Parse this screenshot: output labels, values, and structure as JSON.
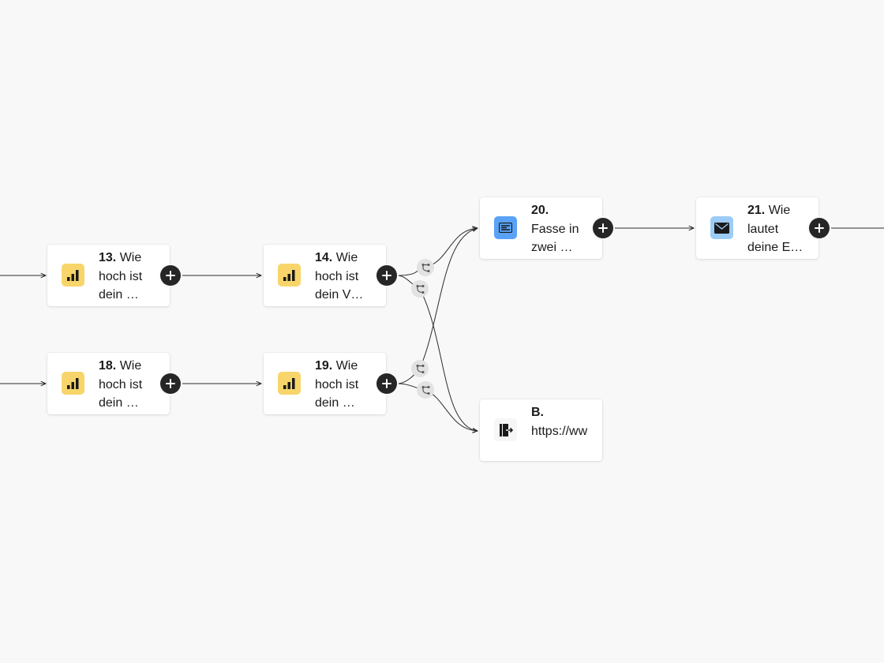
{
  "colors": {
    "canvas": "#f8f8f8",
    "connector": "#2b2b2b",
    "add_button": "#262627",
    "chart_icon_bg": "#f7d56a",
    "text_icon_bg": "#5aa2f5",
    "email_icon_bg": "#9cccf6",
    "redirect_icon_bg": "#f6f6f6"
  },
  "nodes": {
    "n13": {
      "number": "13.",
      "text": " Wie\nhoch ist\ndein …",
      "icon": "bar-chart-icon"
    },
    "n14": {
      "number": "14.",
      "text": " Wie\nhoch ist\ndein V…",
      "icon": "bar-chart-icon"
    },
    "n18": {
      "number": "18.",
      "text": " Wie\nhoch ist\ndein …",
      "icon": "bar-chart-icon"
    },
    "n19": {
      "number": "19.",
      "text": " Wie\nhoch ist\ndein …",
      "icon": "bar-chart-icon"
    },
    "n20": {
      "number": "20.",
      "text": "\nFasse in\nzwei …",
      "icon": "long-text-icon"
    },
    "n21": {
      "number": "21.",
      "text": " Wie\nlautet\ndeine E…",
      "icon": "email-icon"
    },
    "nB": {
      "number": "B.",
      "text": "\nhttps://ww",
      "icon": "redirect-icon"
    }
  }
}
